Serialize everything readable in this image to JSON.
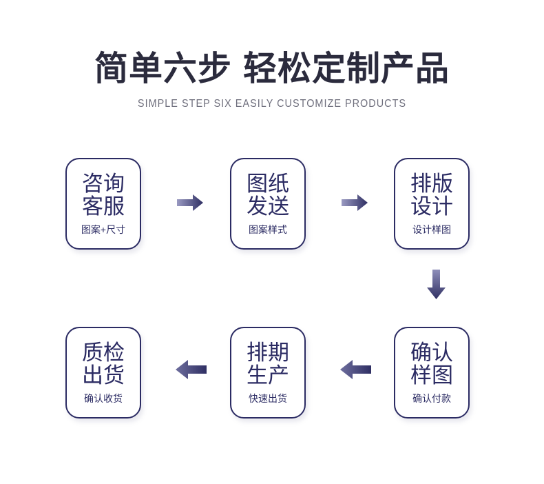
{
  "header": {
    "title_part1": "简单六步",
    "title_part2": "轻松定制产品",
    "subtitle": "SIMPLE STEP SIX EASILY CUSTOMIZE PRODUCTS"
  },
  "colors": {
    "title": "#2b2b3d",
    "subtitle": "#6e6e7c",
    "box_border": "#2b2b63",
    "box_text": "#2b2b63",
    "arrow_dark": "#3b3b6e",
    "arrow_light": "#8a8ab5",
    "background": "#ffffff"
  },
  "steps": [
    {
      "index": 1,
      "line1": "咨询",
      "line2": "客服",
      "caption": "图案+尺寸"
    },
    {
      "index": 2,
      "line1": "图纸",
      "line2": "发送",
      "caption": "图案样式"
    },
    {
      "index": 3,
      "line1": "排版",
      "line2": "设计",
      "caption": "设计样图"
    },
    {
      "index": 4,
      "line1": "确认",
      "line2": "样图",
      "caption": "确认付款"
    },
    {
      "index": 5,
      "line1": "排期",
      "line2": "生产",
      "caption": "快速出货"
    },
    {
      "index": 6,
      "line1": "质检",
      "line2": "出货",
      "caption": "确认收货"
    }
  ],
  "connectors": [
    {
      "id": "top-1",
      "from": 1,
      "to": 2,
      "direction": "right"
    },
    {
      "id": "top-2",
      "from": 2,
      "to": 3,
      "direction": "right"
    },
    {
      "id": "right-down",
      "from": 3,
      "to": 4,
      "direction": "down"
    },
    {
      "id": "bottom-1",
      "from": 4,
      "to": 5,
      "direction": "left"
    },
    {
      "id": "bottom-2",
      "from": 5,
      "to": 6,
      "direction": "left"
    }
  ]
}
